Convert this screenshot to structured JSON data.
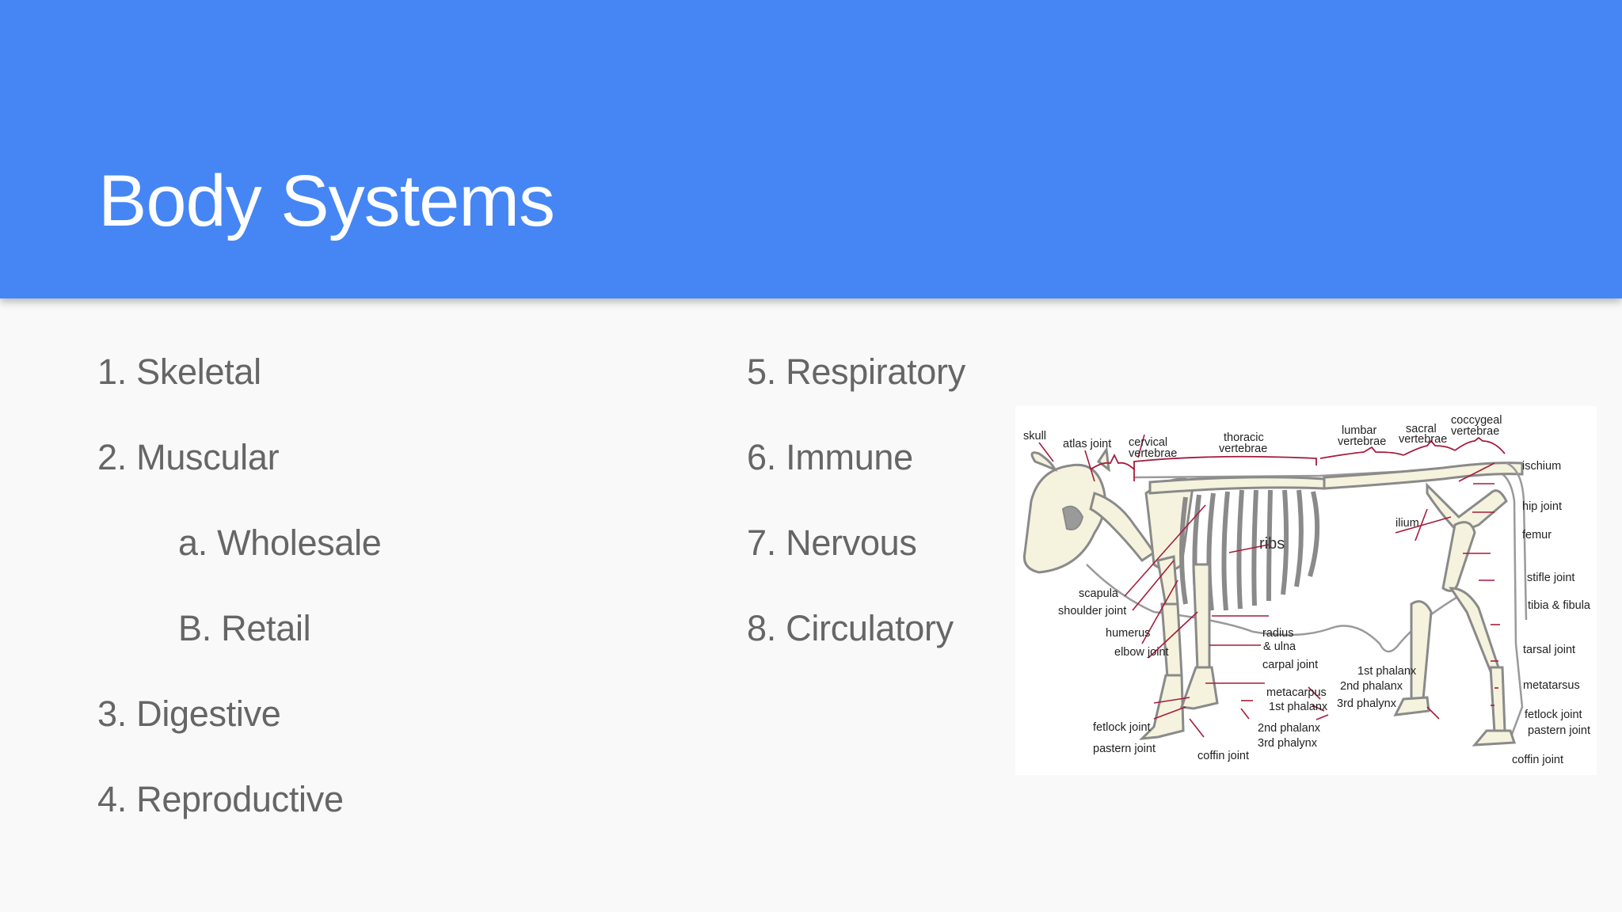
{
  "slide": {
    "title": "Body Systems",
    "header_color": "#4586f4",
    "text_color": "#666666",
    "background": "#f9f9f9"
  },
  "list_left": [
    {
      "label": "1. Skeletal",
      "level": 1
    },
    {
      "label": "2. Muscular",
      "level": 1
    },
    {
      "label": "a. Wholesale",
      "level": 2
    },
    {
      "label": "B. Retail",
      "level": 2
    },
    {
      "label": "3. Digestive",
      "level": 1
    },
    {
      "label": "4. Reproductive",
      "level": 1
    }
  ],
  "list_right": [
    {
      "label": "5. Respiratory",
      "level": 1
    },
    {
      "label": "6. Immune",
      "level": 1
    },
    {
      "label": "7. Nervous",
      "level": 1
    },
    {
      "label": "8. Circulatory",
      "level": 1
    }
  ],
  "figure": {
    "description": "Cow skeleton diagram",
    "labels": {
      "skull": "skull",
      "atlas_joint": "atlas joint",
      "cervical_1": "cervical",
      "cervical_2": "vertebrae",
      "thoracic_1": "thoracic",
      "thoracic_2": "vertebrae",
      "lumbar_1": "lumbar",
      "lumbar_2": "vertebrae",
      "sacral_1": "sacral",
      "sacral_2": "vertebrae",
      "coccygeal_1": "coccygeal",
      "coccygeal_2": "vertebrae",
      "ischium": "ischium",
      "hip_joint": "hip joint",
      "ilium": "ilium",
      "femur": "femur",
      "ribs": "ribs",
      "stifle_joint": "stifle joint",
      "tibia_fibula": "tibia & fibula",
      "scapula": "scapula",
      "shoulder_joint": "shoulder joint",
      "humerus": "humerus",
      "elbow_joint": "elbow joint",
      "radius_1": "radius",
      "radius_2": "& ulna",
      "carpal_joint": "carpal joint",
      "metacarpus": "metacarpus",
      "front_1st_phalanx": "1st phalanx",
      "front_2nd_phalanx": "2nd phalanx",
      "front_3rd_phalynx": "3rd phalynx",
      "front_fetlock_joint": "fetlock joint",
      "front_pastern_joint": "pastern joint",
      "front_coffin_joint": "coffin joint",
      "hind_1st_phalanx": "1st phalanx",
      "hind_2nd_phalanx": "2nd phalanx",
      "hind_3rd_phalynx": "3rd phalynx",
      "tarsal_joint": "tarsal joint",
      "metatarsus": "metatarsus",
      "hind_fetlock_joint": "fetlock joint",
      "hind_pastern_joint": "pastern joint",
      "hind_coffin_joint": "coffin joint"
    }
  }
}
